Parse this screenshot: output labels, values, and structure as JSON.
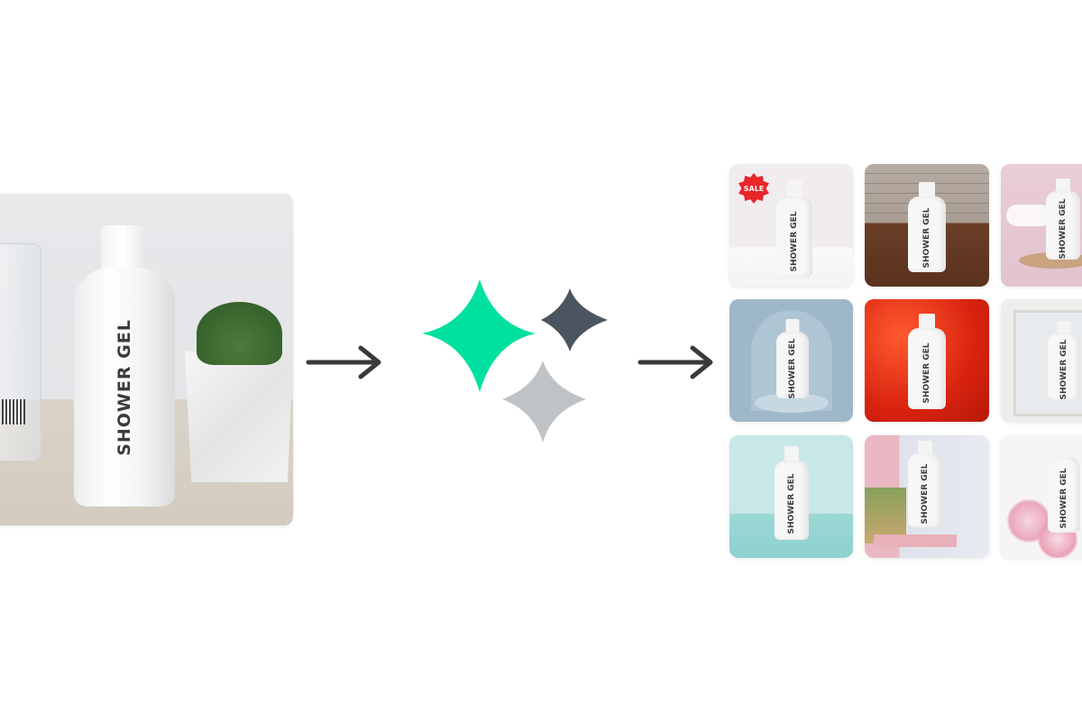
{
  "product": {
    "label": "SHOWER GEL"
  },
  "badge": {
    "sale": "SALE"
  },
  "colors": {
    "sparkle_primary": "#00e09e",
    "sparkle_dark": "#4a5560",
    "sparkle_light": "#bfc3c5",
    "arrow": "#3a3a3a"
  },
  "icons": {
    "arrow_left": "arrow-right-icon",
    "arrow_right": "arrow-right-icon",
    "ai": "sparkles-icon"
  },
  "gallery": [
    {
      "scene": "pink-wall-sale"
    },
    {
      "scene": "brick-wall-wood-floor"
    },
    {
      "scene": "pink-cloud-pedestal"
    },
    {
      "scene": "blue-arch-podium"
    },
    {
      "scene": "red-silk"
    },
    {
      "scene": "mirror-room"
    },
    {
      "scene": "teal-studio"
    },
    {
      "scene": "pastel-curtain"
    },
    {
      "scene": "pink-flowers"
    }
  ]
}
